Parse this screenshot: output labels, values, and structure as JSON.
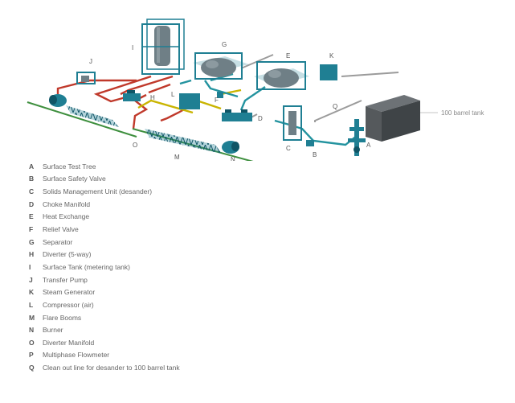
{
  "diagram": {
    "callouts": {
      "A": "A",
      "B": "B",
      "C": "C",
      "D": "D",
      "E": "E",
      "F": "F",
      "G": "G",
      "H": "H",
      "I": "I",
      "J": "J",
      "K": "K",
      "L": "L",
      "M": "M",
      "N": "N",
      "O": "O",
      "Q": "Q"
    },
    "tank_label": "100 barrel tank",
    "colors": {
      "equipment": "#1f7f93",
      "equipment_dark": "#0f5566",
      "vessel": "#6f7f86",
      "pipe_red": "#c0392b",
      "pipe_gray": "#9b9b9b",
      "pipe_yellow": "#c9b400",
      "pipe_teal": "#23939f",
      "tank": "#3f4447"
    }
  },
  "legend": [
    {
      "letter": "A",
      "text": "Surface Test Tree"
    },
    {
      "letter": "B",
      "text": "Surface Safety Valve"
    },
    {
      "letter": "C",
      "text": "Solids Management Unit (desander)"
    },
    {
      "letter": "D",
      "text": "Choke Manifold"
    },
    {
      "letter": "E",
      "text": "Heat Exchange"
    },
    {
      "letter": "F",
      "text": "Relief Valve"
    },
    {
      "letter": "G",
      "text": "Separator"
    },
    {
      "letter": "H",
      "text": "Diverter (5-way)"
    },
    {
      "letter": "I",
      "text": "Surface Tank (metering tank)"
    },
    {
      "letter": "J",
      "text": "Transfer Pump"
    },
    {
      "letter": "K",
      "text": "Steam Generator"
    },
    {
      "letter": "L",
      "text": "Compressor (air)"
    },
    {
      "letter": "M",
      "text": "Flare Booms"
    },
    {
      "letter": "N",
      "text": "Burner"
    },
    {
      "letter": "O",
      "text": "Diverter Manifold"
    },
    {
      "letter": "P",
      "text": "Multiphase Flowmeter"
    },
    {
      "letter": "Q",
      "text": "Clean out line for desander to 100 barrel tank"
    }
  ]
}
